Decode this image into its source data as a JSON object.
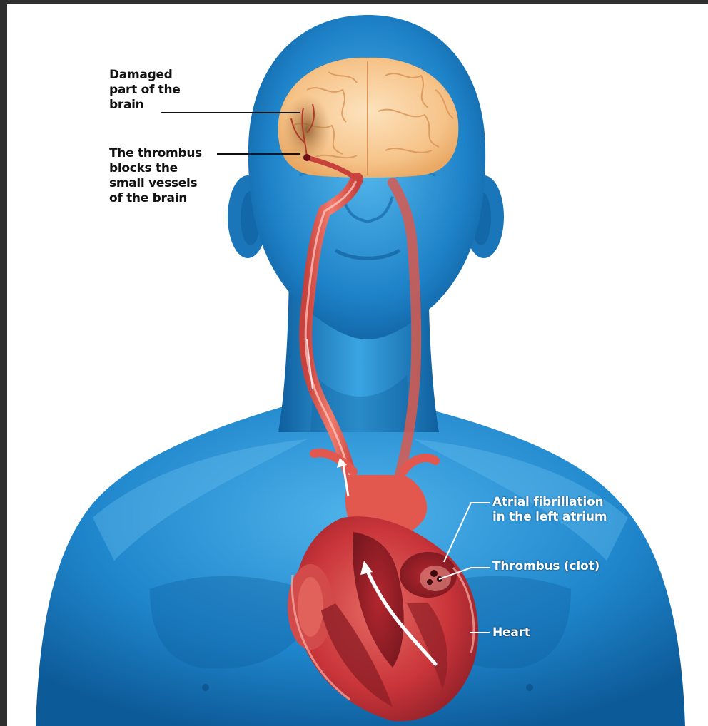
{
  "labels": {
    "damaged": "Damaged\npart of the\nbrain",
    "thrombus_blocks": "The thrombus\nblocks the\nsmall vessels\nof the brain",
    "atrial": "Atrial fibrillation\nin the left atrium",
    "clot": "Thrombus (clot)",
    "heart": "Heart"
  },
  "colors": {
    "background": "#ffffff",
    "body_blue": "#1f7fc4",
    "brain": "#f6c48a",
    "artery_red": "#e2584e",
    "heart_red": "#c9353a",
    "frame": "#2f2f2f"
  }
}
